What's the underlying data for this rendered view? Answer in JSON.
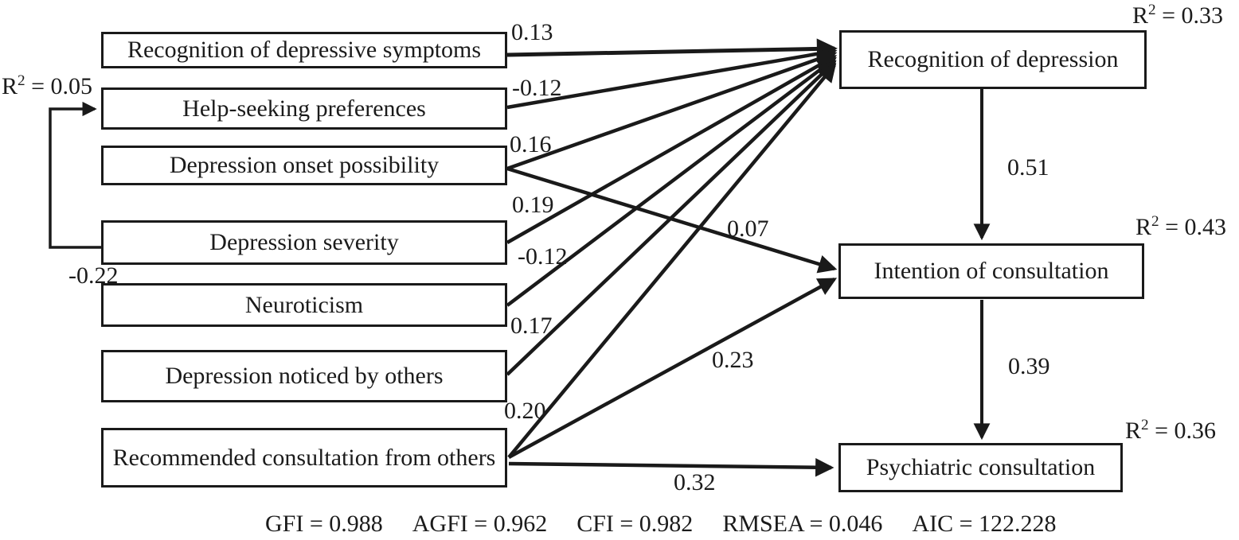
{
  "predictors": [
    {
      "label": "Recognition of depressive symptoms"
    },
    {
      "label": "Help-seeking preferences"
    },
    {
      "label": "Depression onset possibility"
    },
    {
      "label": "Depression severity"
    },
    {
      "label": "Neuroticism"
    },
    {
      "label": "Depression noticed by others"
    },
    {
      "label": "Recommended consultation from others"
    }
  ],
  "outcomes": [
    {
      "label": "Recognition of depression",
      "r2_base": "R",
      "r2_exp": "2",
      "r2_value": " = 0.33"
    },
    {
      "label": "Intention of consultation",
      "r2_base": "R",
      "r2_exp": "2",
      "r2_value": " = 0.43"
    },
    {
      "label": "Psychiatric consultation",
      "r2_base": "R",
      "r2_exp": "2",
      "r2_value": " = 0.36"
    }
  ],
  "help_seeking_r2": {
    "base": "R",
    "exp": "2",
    "value": " = 0.05"
  },
  "coefficients": {
    "symptoms_to_recognition": "0.13",
    "help_seeking_to_recognition": "-0.12",
    "onset_to_recognition": "0.16",
    "severity_to_recognition": "0.19",
    "neuroticism_to_recognition": "-0.12",
    "noticed_to_recognition": "0.17",
    "recommended_to_recognition": "0.20",
    "onset_to_intention": "0.07",
    "recommended_to_intention": "0.23",
    "recommended_to_consultation": "0.32",
    "recognition_to_intention": "0.51",
    "intention_to_consultation": "0.39",
    "severity_to_help_seeking": "-0.22"
  },
  "fit_statistics": [
    "GFI = 0.988",
    "AGFI = 0.962",
    "CFI = 0.982",
    "RMSEA = 0.046",
    "AIC = 122.228"
  ]
}
